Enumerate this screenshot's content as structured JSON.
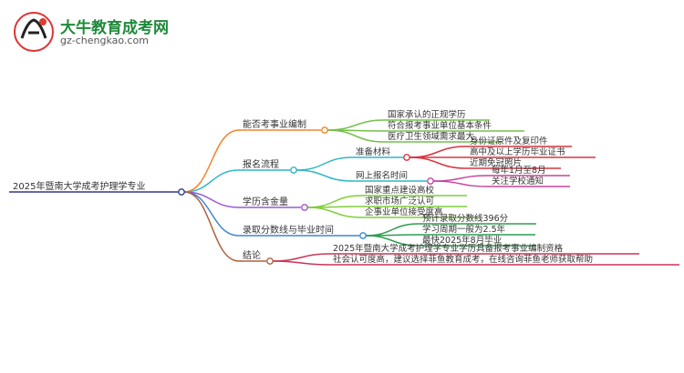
{
  "logo": {
    "title": "大牛教育成考网",
    "url": "gz-chengkao.com"
  },
  "colors": {
    "root": "#2d3b8c",
    "b1": "#f3842d",
    "b2": "#2fb6c7",
    "b3": "#9b59d6",
    "b4": "#3a86d8",
    "b5": "#b0603a",
    "leaf_b1": "#74c04a",
    "leaf_b2a": "#d8343f",
    "leaf_b2b": "#c8449a",
    "leaf_b3": "#7fcf3a",
    "leaf_b4": "#2e9e4e",
    "leaf_b5": "#cc3355"
  },
  "mindmap": {
    "root": "2025年暨南大学成考护理学专业",
    "branches": [
      {
        "label": "能否考事业编制",
        "children": [
          "国家承认的正规学历",
          "符合报考事业单位基本条件",
          "医疗卫生领域需求最大"
        ]
      },
      {
        "label": "报名流程",
        "sub": [
          {
            "label": "准备材料",
            "children": [
              "身份证原件及复印件",
              "高中及以上学历毕业证书",
              "近期免冠照片"
            ]
          },
          {
            "label": "网上报名时间",
            "children": [
              "每年1月至8月",
              "关注学校通知"
            ]
          }
        ]
      },
      {
        "label": "学历含金量",
        "children": [
          "国家重点建设高校",
          "求职市场广泛认可",
          "企事业单位接受度高"
        ]
      },
      {
        "label": "录取分数线与毕业时间",
        "children": [
          "预计录取分数线396分",
          "学习周期一般为2.5年",
          "最快2025年8月毕业"
        ]
      },
      {
        "label": "结论",
        "children": [
          "2025年暨南大学成考护理学专业学历具备报考事业编制资格",
          "社会认可度高，建议选择菲鱼教育成考，在线咨询菲鱼老师获取帮助"
        ]
      }
    ]
  }
}
